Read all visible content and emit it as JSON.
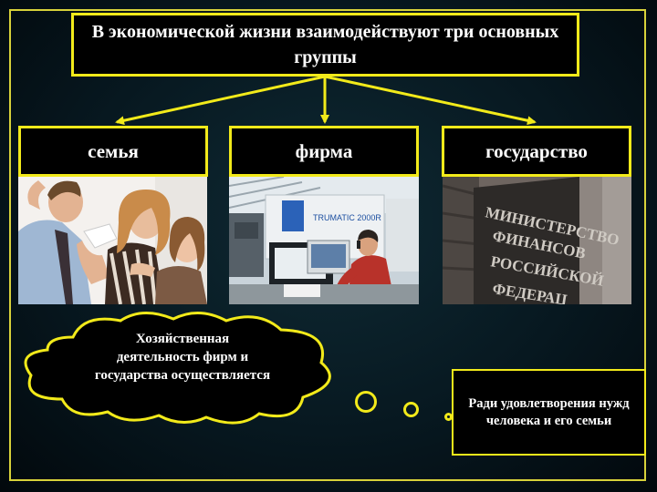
{
  "title": "В экономической жизни взаимодействуют три основных группы",
  "categories": [
    {
      "key": "family",
      "label": "семья",
      "photo": "family-photo"
    },
    {
      "key": "firm",
      "label": "фирма",
      "photo": "factory-photo"
    },
    {
      "key": "state",
      "label": "государство",
      "photo": "ministry-photo"
    }
  ],
  "photo_signage": {
    "firm_machine": "TRUMATIC 2000R",
    "ministry_sign": [
      "МИНИСТЕРСТВО",
      "ФИНАНСОВ",
      "РОССИЙСКОЙ",
      "ФЕДЕРАЦ"
    ]
  },
  "cloud_text": "Хозяйственная деятельность фирм и государства осуществляется",
  "reason_text": "Ради удовлетворения нужд человека и его семьи",
  "colors": {
    "accent": "#f2ea1a",
    "box_fill": "#000000",
    "background": "#071820",
    "text": "#ffffff"
  }
}
